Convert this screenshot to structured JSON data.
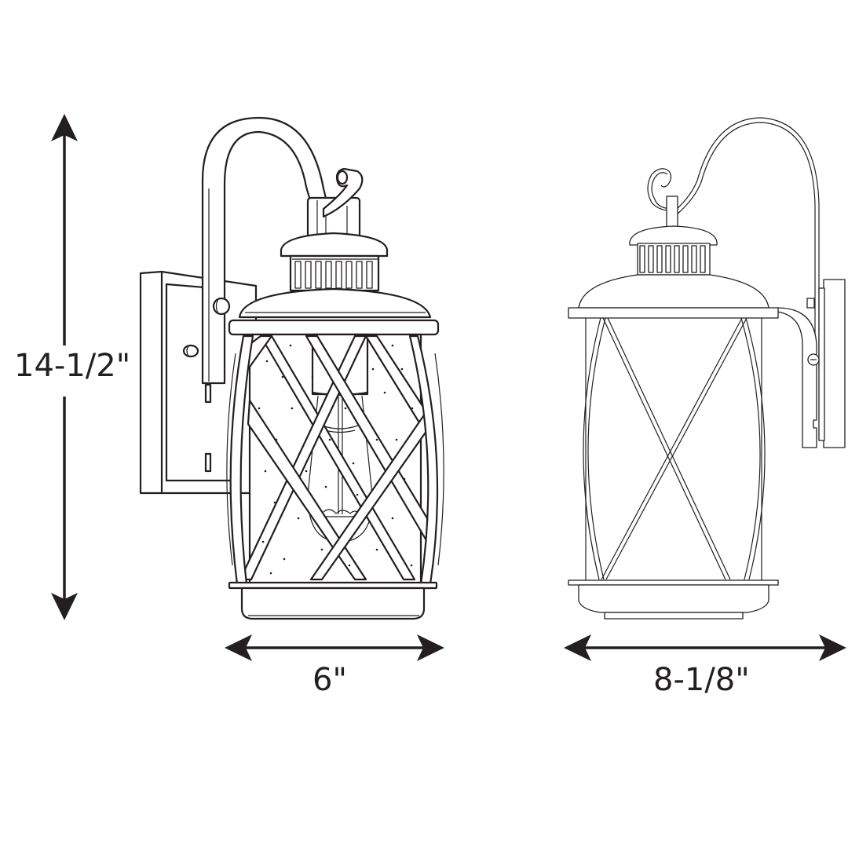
{
  "diagram": {
    "subject": "Outdoor wall lantern dimension drawing",
    "views": [
      {
        "name": "front-view",
        "features": [
          "curved arm",
          "scroll finial",
          "vented cap",
          "seeded glass",
          "criss-cross cage",
          "vintage filament bulb",
          "wall backplate"
        ]
      },
      {
        "name": "side-view",
        "features": [
          "scroll hook arm",
          "vented cap",
          "X-frame cage",
          "wall mount bracket"
        ]
      }
    ],
    "dimensions": {
      "height": {
        "label": "14-1/2\"",
        "orientation": "vertical"
      },
      "width_front": {
        "label": "6\"",
        "orientation": "horizontal"
      },
      "width_side": {
        "label": "8-1/8\"",
        "orientation": "horizontal"
      }
    },
    "colors": {
      "line": "#231f20",
      "background": "#ffffff"
    }
  }
}
